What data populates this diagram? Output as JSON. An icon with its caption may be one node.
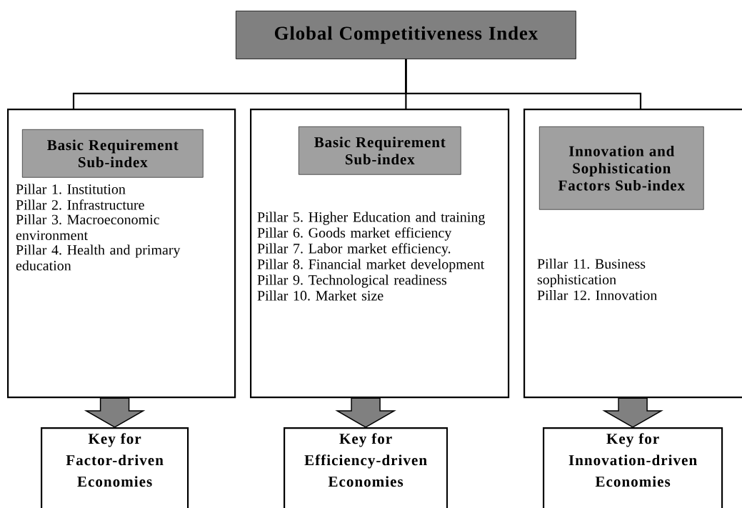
{
  "diagram": {
    "nodes": [
      {
        "text": [
          "Global Competitiveness Index"
        ]
      },
      {
        "text": [
          "Pillar 1. Institution",
          "Pillar 2. Infrastructure",
          "Pillar 3. Macroeconomic environment",
          "Pillar 4. Health and primary education"
        ]
      },
      {
        "text": [
          "Basic Requirement Sub-index"
        ],
        "in": 1
      },
      {
        "text": [
          "Pillar 5. Higher Education and training",
          "Pillar 6. Goods market efficiency",
          "Pillar 7. Labor market efficiency.",
          "Pillar 8. Financial market development",
          "Pillar 9. Technological readiness",
          "Pillar 10. Market size"
        ]
      },
      {
        "text": [
          "Basic Requirement Sub-index"
        ],
        "in": 3
      },
      {
        "text": [
          "Pillar 11. Business sophistication",
          "Pillar 12. Innovation"
        ]
      },
      {
        "text": [
          "Innovation and Sophistication Factors Sub-index"
        ],
        "in": 5
      },
      {
        "text": [
          "Key for Factor-driven Economies"
        ]
      },
      {
        "text": [
          "Key for Efficiency-driven Economies"
        ]
      },
      {
        "text": [
          "Key for Innovation-driven Economies"
        ]
      }
    ],
    "edges": [
      {
        "from": 0,
        "to": 1,
        "arrow": "none"
      },
      {
        "from": 0,
        "to": 3,
        "arrow": "none"
      },
      {
        "from": 0,
        "to": 5,
        "arrow": "none"
      },
      {
        "from": 1,
        "to": 7,
        "arrow": "to",
        "style": "thick",
        "color": "#808080"
      },
      {
        "from": 3,
        "to": 8,
        "arrow": "to",
        "style": "thick",
        "color": "#808080"
      },
      {
        "from": 5,
        "to": 9,
        "arrow": "to",
        "style": "thick",
        "color": "#808080"
      }
    ]
  }
}
